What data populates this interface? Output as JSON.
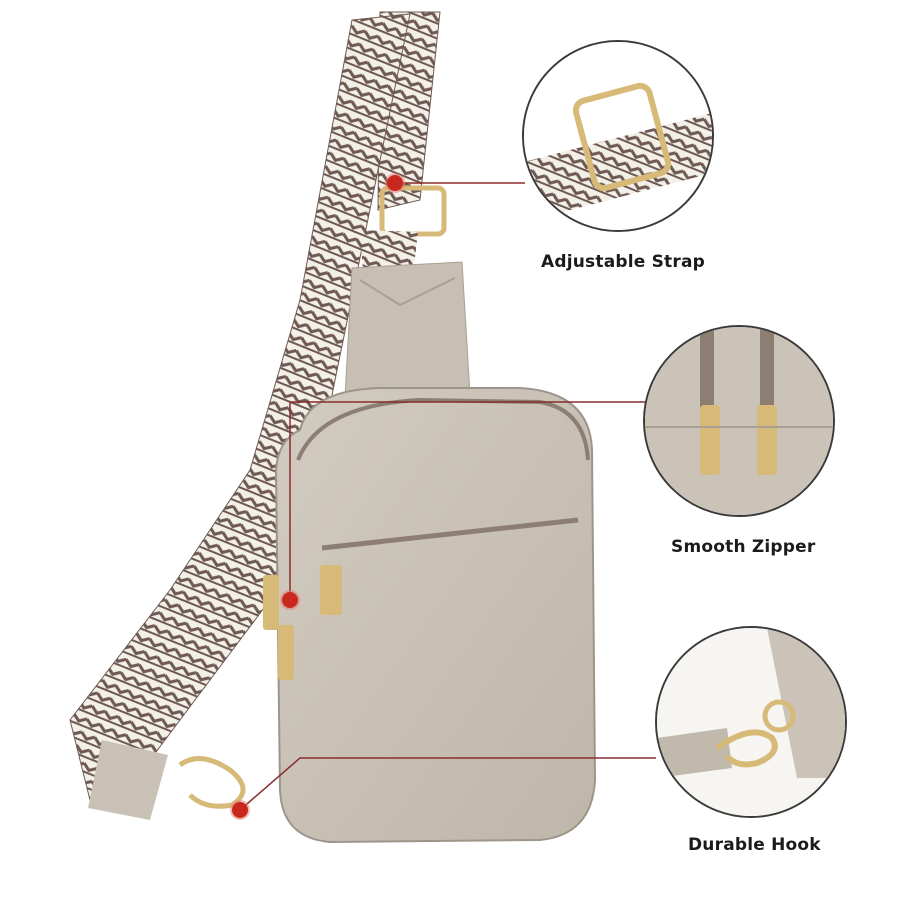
{
  "product": {
    "type": "sling crossbody bag",
    "color_body": "#cbc3b8",
    "color_strap_dark": "#6e5a52",
    "color_strap_light": "#f3efe9",
    "hardware_color": "#d7b978",
    "brand_mark": ""
  },
  "accent": {
    "callout_dot": "#c8281e",
    "callout_line": "#8a2d2d"
  },
  "callouts": [
    {
      "label": "Adjustable Strap",
      "detail": "strap-buckle"
    },
    {
      "label": "Smooth Zipper",
      "detail": "zipper-pulls"
    },
    {
      "label": "Durable Hook",
      "detail": "swivel-hook"
    }
  ]
}
